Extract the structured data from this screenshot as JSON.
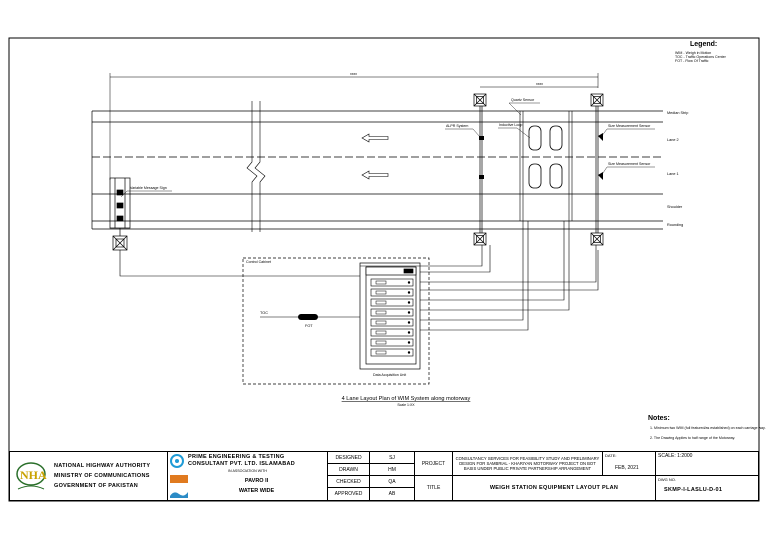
{
  "legend": {
    "title": "Legend:",
    "items": [
      "WIM - Weigh in Motion",
      "TOC - Traffic Operations Center",
      "FOT - Flow Of Traffic"
    ]
  },
  "labels": {
    "median_strip": "Median Strip",
    "lane2": "Lane 2",
    "lane1": "Lane 1",
    "shoulder": "Shoulder",
    "rounding": "Rounding",
    "quartz_sensor": "Quartz Sensor",
    "alpr_system": "ALPR System",
    "inductive_loop": "Inductive Loop",
    "size_sensor_1": "Size Measurement Sensor",
    "size_sensor_2": "Size Measurement Sensor",
    "vms": "Variable Message Sign",
    "control_cabinet": "Control Cabinet",
    "toc": "TOC",
    "fot": "FOT",
    "daq": "Data Acquisition Unit",
    "dim_top": "xxxx",
    "dim_second": "xxxx"
  },
  "caption": {
    "title": "4 Lane Layout Plan of WIM System along motorway",
    "scale": "Scale 1:XX"
  },
  "notes": {
    "title": "Notes:",
    "items": [
      "1.   Minimum two WIM (full featured/as established) on each carriage way.",
      "2.   The Drawing Applies to half range of the Motorway."
    ]
  },
  "titleblock": {
    "authority": [
      "NATIONAL HIGHWAY AUTHORITY",
      "MINISTRY OF COMMUNICATIONS",
      "GOVERNMENT OF PAKISTAN"
    ],
    "consultant": [
      "PRIME ENGINEERING & TESTING",
      "CONSULTANT PVT. LTD. ISLAMABAD"
    ],
    "association": "IN ASSOCIATION WITH",
    "partners": [
      "PAVRO II",
      "WATER WIDE"
    ],
    "roles": [
      "DESIGNED",
      "DRAWN",
      "CHECKED",
      "APPROVED"
    ],
    "initials": [
      "SJ",
      "HM",
      "QA",
      "AB"
    ],
    "project_label": "PROJECT",
    "project_text": "CONSULTANCY SERVICES FOR FEASIBILITY STUDY AND PRELIMINARY DESIGN FOR SAMBRIAL - KHARIYAN MOTORWAY PROJECT ON BOT BASIS UNDER PUBLIC PRIVATE PARTNERSHIP ARRANGEMENT",
    "date_label": "DATE:",
    "date": "FEB, 2021",
    "scale_label": "SCALE: 1:2000",
    "title_label": "TITLE",
    "title_text": "WEIGH STATION EQUIPMENT LAYOUT PLAN",
    "dwg_label": "DWG NO.",
    "dwg_no": "SKMP-I-LASLU-D-01"
  }
}
